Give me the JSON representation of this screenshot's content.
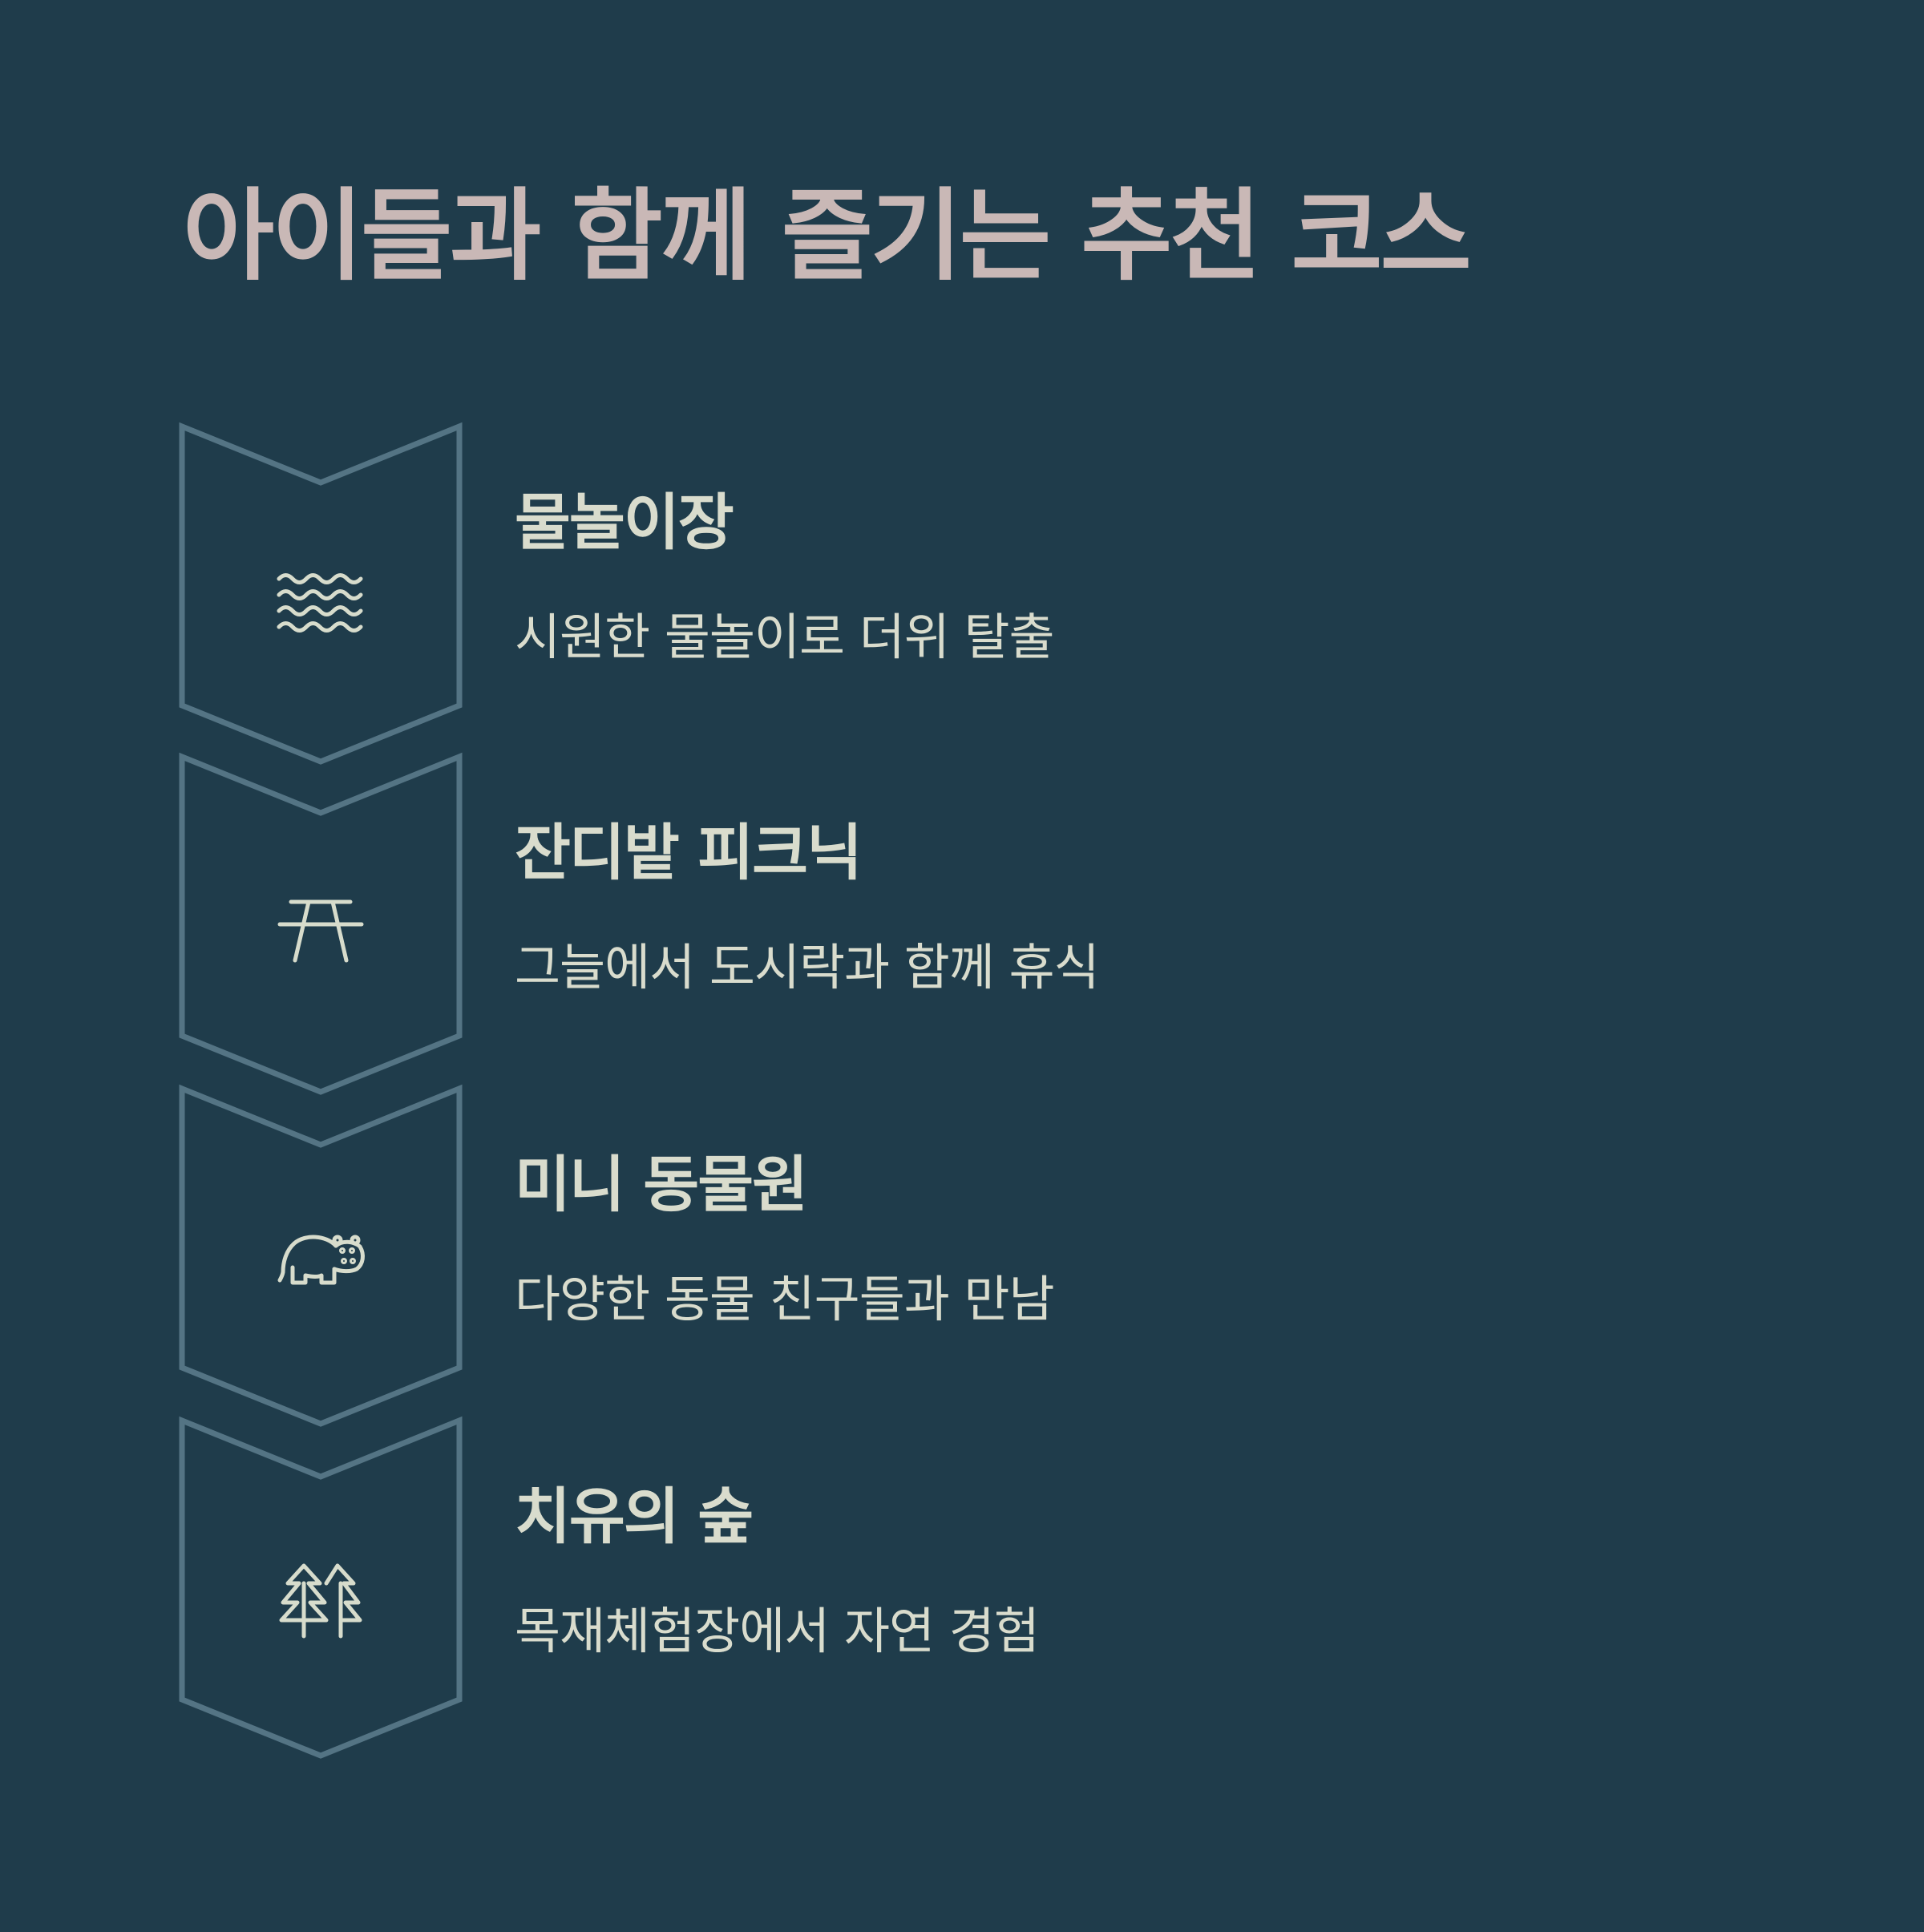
{
  "title": "아이들과 함께 즐기는 추천 코스",
  "colors": {
    "background": "#1f3c4b",
    "title": "#c9b8b6",
    "text": "#d9dccd",
    "chevron_stroke": "#547484",
    "icon": "#d7dccc"
  },
  "steps": [
    {
      "title": "물놀이장",
      "description": "시원한 물놀이로 더위 탈출",
      "icon": "waves-icon"
    },
    {
      "title": "잔디밭 피크닉",
      "description": "그늘에서 도시락과 함께 휴식",
      "icon": "picnic-table-icon"
    },
    {
      "title": "미니 동물원",
      "description": "다양한 동물 친구들과 만남",
      "icon": "hippo-icon"
    },
    {
      "title": "치유의 숲",
      "description": "목재체험장에서 자연 경험",
      "icon": "trees-icon"
    }
  ]
}
